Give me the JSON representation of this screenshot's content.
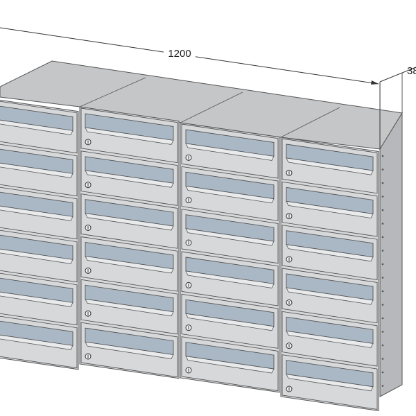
{
  "drawing": {
    "width_label": "1200",
    "depth_label": "38"
  },
  "mailbox_bank": {
    "columns": 4,
    "rows": 6,
    "has_lock": true,
    "colors": {
      "front": "#d6d8da",
      "top": "#c4c6c8",
      "side": "#b6b8bb",
      "slot": "#aab8c6",
      "flap": "#e8eaec",
      "line": "#555555"
    }
  }
}
